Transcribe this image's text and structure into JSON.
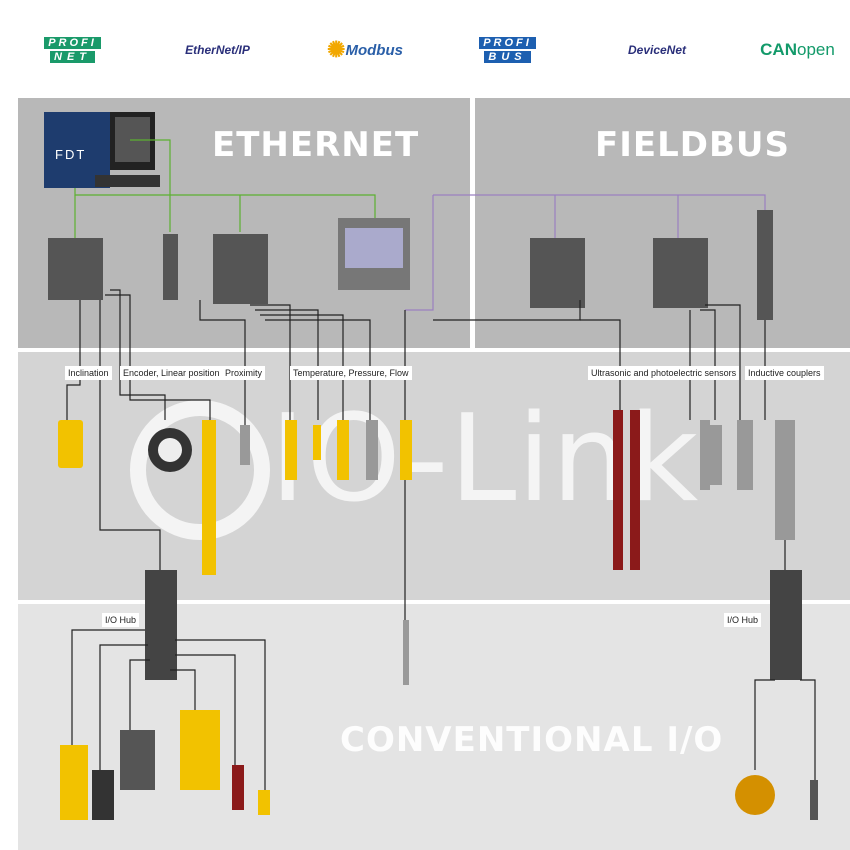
{
  "logos": [
    {
      "name": "profinet",
      "line1": "PROFI",
      "line2": "NET",
      "color": "#1a9a6a"
    },
    {
      "name": "ethernet-ip",
      "text": "EtherNet/IP",
      "color": "#2a2f7a"
    },
    {
      "name": "modbus",
      "text": "Modbus",
      "color": "#2a5fa8"
    },
    {
      "name": "profibus",
      "line1": "PROFI",
      "line2": "BUS",
      "color": "#1d5fb0"
    },
    {
      "name": "devicenet",
      "text": "DeviceNet",
      "color": "#2a2f7a"
    },
    {
      "name": "canopen",
      "text1": "CAN",
      "text2": "open",
      "color": "#139a6a"
    }
  ],
  "sections": {
    "ethernet": "ETHERNET",
    "fieldbus": "FIELDBUS",
    "conventional": "CONVENTIONAL I/O",
    "watermark": "IO-Link"
  },
  "fdt_label": "FDT",
  "labels": {
    "inclination": "Inclination",
    "encoder": "Encoder, Linear position",
    "proximity": "Proximity",
    "temperature": "Temperature, Pressure, Flow",
    "ultrasonic": "Ultrasonic and photoelectric sensors",
    "inductive": "Inductive couplers",
    "io_hub_left": "I/O Hub",
    "io_hub_right": "I/O Hub"
  },
  "colors": {
    "ethernet_line": "#5cb030",
    "fieldbus_line": "#9a80c0",
    "device_yellow": "#f2c200",
    "panel_top": "#b8b8b8",
    "panel_mid": "#d4d4d4",
    "panel_bottom": "#e4e4e4"
  }
}
